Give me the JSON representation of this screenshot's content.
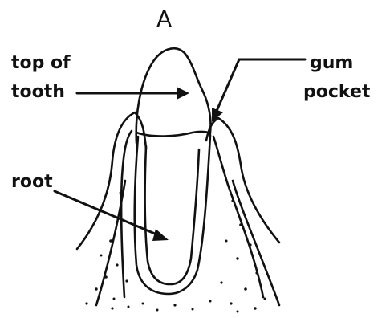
{
  "figure": {
    "letter": "A"
  },
  "labels": {
    "top_of_tooth": {
      "line1": "top of",
      "line2": "tooth"
    },
    "gum_pocket": {
      "line1": "gum",
      "line2": "pocket"
    },
    "root": "root"
  },
  "colors": {
    "ink": "#111111",
    "background": "#ffffff"
  }
}
